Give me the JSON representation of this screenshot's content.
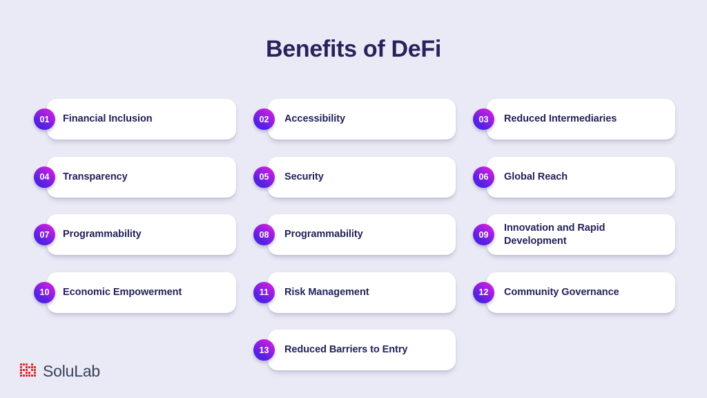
{
  "slide": {
    "title": "Benefits of DeFi",
    "background_color": "#eaeaf6",
    "title_color": "#26235c",
    "badge_gradient_from": "#3a26e6",
    "badge_gradient_to": "#e61fe0",
    "card_background": "#ffffff",
    "label_color": "#22215a"
  },
  "rows": [
    {
      "items": [
        {
          "number": "01",
          "label": "Financial Inclusion"
        },
        {
          "number": "02",
          "label": "Accessibility"
        },
        {
          "number": "03",
          "label": "Reduced Intermediaries"
        }
      ]
    },
    {
      "items": [
        {
          "number": "04",
          "label": "Transparency"
        },
        {
          "number": "05",
          "label": "Security"
        },
        {
          "number": "06",
          "label": "Global Reach"
        }
      ]
    },
    {
      "items": [
        {
          "number": "07",
          "label": "Programmability"
        },
        {
          "number": "08",
          "label": "Programmability"
        },
        {
          "number": "09",
          "label": "Innovation and Rapid\nDevelopment"
        }
      ]
    },
    {
      "items": [
        {
          "number": "10",
          "label": "Economic Empowerment"
        },
        {
          "number": "11",
          "label": "Risk Management"
        },
        {
          "number": "12",
          "label": "Community Governance"
        }
      ]
    },
    {
      "items": [
        {
          "number": "13",
          "label": "Reduced Barriers to Entry"
        }
      ]
    }
  ],
  "logo": {
    "name": "SoluLab",
    "mark_icon": "solulab-qr-mark-icon",
    "mark_color": "#e02b26",
    "text_color": "#36415a"
  }
}
